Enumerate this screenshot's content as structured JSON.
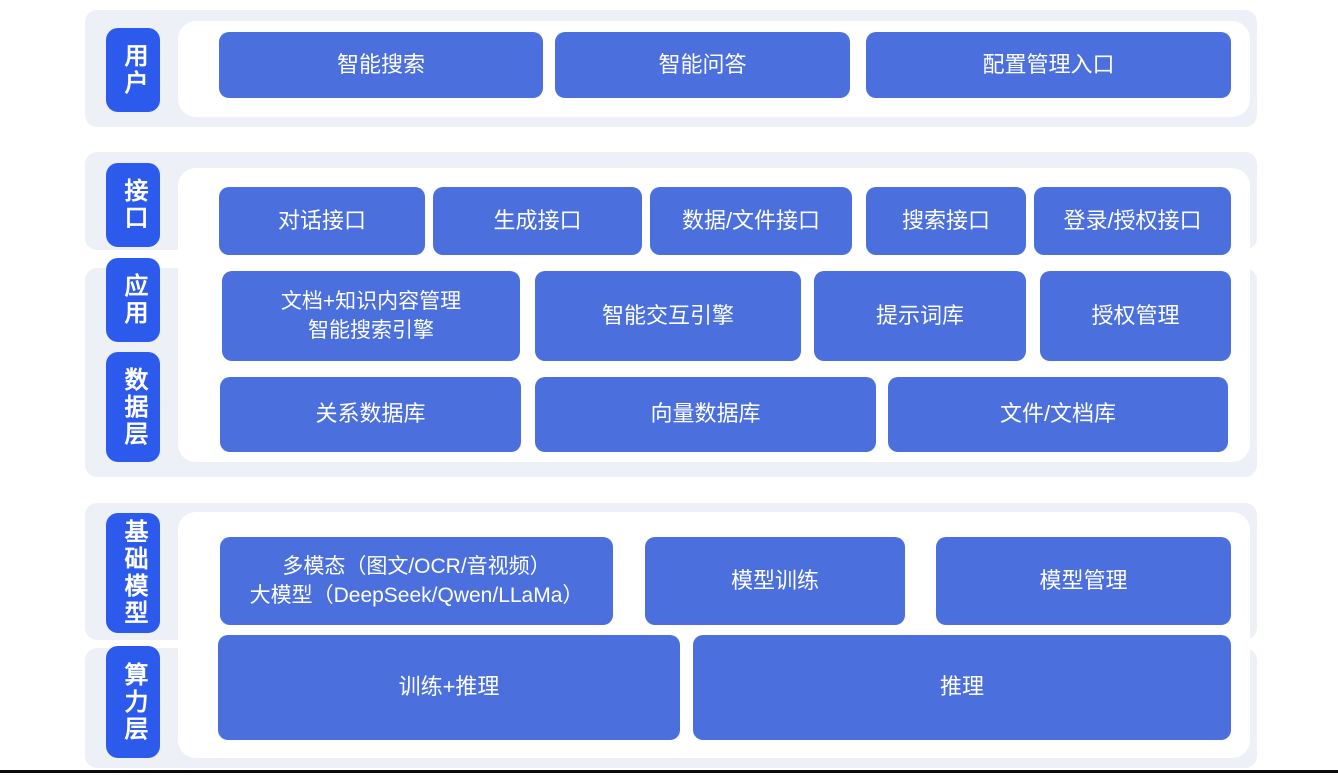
{
  "colors": {
    "layer_label_bg": "#2B5AEC",
    "node_bg": "#4B70DE",
    "band_bg": "#EDF1F7",
    "panel_bg": "#FFFFFF",
    "node_text": "#FFFFFF",
    "bottom_rule": "#0B0B0C"
  },
  "layers": [
    {
      "labels": [
        "用户"
      ],
      "rows": [
        {
          "nodes": [
            "智能搜索",
            "智能问答",
            "配置管理入口"
          ]
        }
      ]
    },
    {
      "labels": [
        "接口",
        "应用",
        "数据层"
      ],
      "rows": [
        {
          "nodes": [
            "对话接口",
            "生成接口",
            "数据/文件接口",
            "搜索接口",
            "登录/授权接口"
          ]
        },
        {
          "nodes": [
            "文档+知识内容管理\n智能搜索引擎",
            "智能交互引擎",
            "提示词库",
            "授权管理"
          ]
        },
        {
          "nodes": [
            "关系数据库",
            "向量数据库",
            "文件/文档库"
          ]
        }
      ]
    },
    {
      "labels": [
        "基础模型",
        "算力层"
      ],
      "rows": [
        {
          "nodes": [
            "多模态（图文/OCR/音视频）\n大模型（DeepSeek/Qwen/LLaMa）",
            "模型训练",
            "模型管理"
          ]
        },
        {
          "nodes": [
            "训练+推理",
            "推理"
          ]
        }
      ]
    }
  ]
}
